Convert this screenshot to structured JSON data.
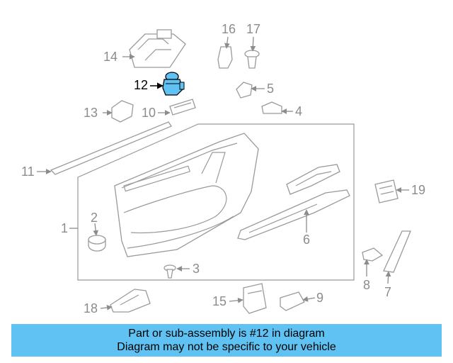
{
  "highlight_color": "#5fc2f2",
  "highlighted_part": "12",
  "callouts": {
    "p1": "1",
    "p2": "2",
    "p3": "3",
    "p4": "4",
    "p5": "5",
    "p6": "6",
    "p7": "7",
    "p8": "8",
    "p9": "9",
    "p10": "10",
    "p11": "11",
    "p12": "12",
    "p13": "13",
    "p14": "14",
    "p15": "15",
    "p16": "16",
    "p17": "17",
    "p18": "18",
    "p19": "19"
  },
  "banner": {
    "line1": "Part or sub-assembly is #12 in diagram",
    "line2": "Diagram may not be specific to your vehicle"
  }
}
